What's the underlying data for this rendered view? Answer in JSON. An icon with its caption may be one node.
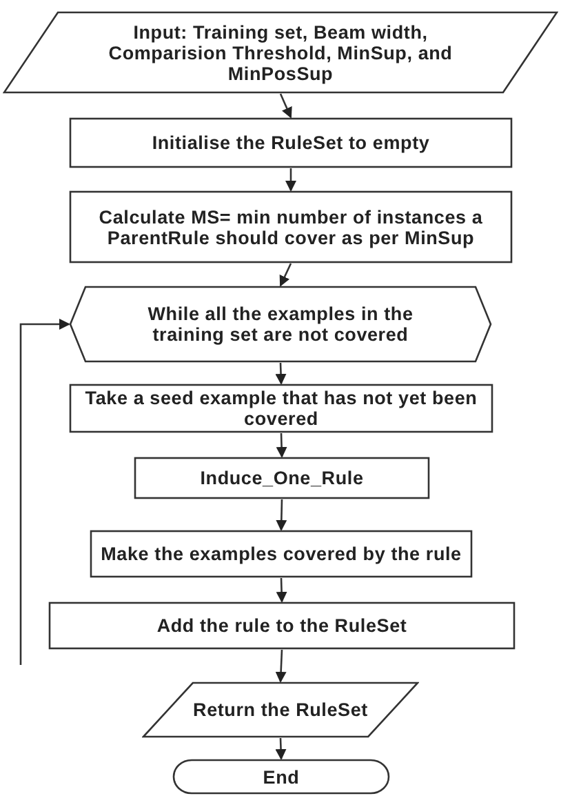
{
  "diagram": {
    "nodes": [
      {
        "text": [
          "Input: Training set, Beam width, Comparision Threshold, MinSup, and MinPosSup"
        ]
      },
      {
        "text": [
          "Initialise the RuleSet to empty"
        ]
      },
      {
        "text": [
          "Calculate MS= min number of instances a ParentRule should cover as per MinSup"
        ]
      },
      {
        "text": [
          "While all the examples in the training set are not covered"
        ]
      },
      {
        "text": [
          "Take a seed example that has not yet been covered"
        ]
      },
      {
        "text": [
          "Induce_One_Rule"
        ]
      },
      {
        "text": [
          "Make the examples covered by the rule"
        ]
      },
      {
        "text": [
          "Add the rule to the RuleSet"
        ]
      },
      {
        "text": [
          "Return the RuleSet"
        ]
      },
      {
        "text": [
          "End"
        ]
      }
    ],
    "edges": [
      {
        "from": 0,
        "to": 1,
        "arrow": "to"
      },
      {
        "from": 1,
        "to": 2,
        "arrow": "to"
      },
      {
        "from": 2,
        "to": 3,
        "arrow": "to"
      },
      {
        "from": 3,
        "to": 4,
        "arrow": "to"
      },
      {
        "from": 4,
        "to": 5,
        "arrow": "to"
      },
      {
        "from": 5,
        "to": 6,
        "arrow": "to"
      },
      {
        "from": 6,
        "to": 7,
        "arrow": "to"
      },
      {
        "from": 7,
        "to": 8,
        "arrow": "to"
      },
      {
        "from": 8,
        "to": 9,
        "arrow": "to"
      },
      {
        "from": null,
        "to": 3,
        "arrow": "to"
      }
    ]
  }
}
